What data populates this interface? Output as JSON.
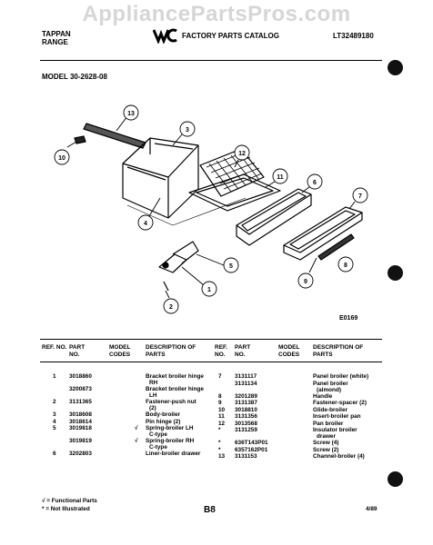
{
  "watermark": "AppliancePartsPros.com",
  "header": {
    "brand_line1": "TAPPAN",
    "brand_line2": "RANGE",
    "catalog_title": "FACTORY PARTS CATALOG",
    "doc_number": "LT32489180"
  },
  "model_label": "MODEL 30-2628-08",
  "diagram": {
    "callouts": [
      "13",
      "3",
      "10",
      "12",
      "11",
      "6",
      "7",
      "4",
      "5",
      "8",
      "9",
      "1",
      "2"
    ],
    "drawing_code": "E0169"
  },
  "table": {
    "headers": {
      "ref_no": "REF. NO.",
      "part_no": "PART NO.",
      "model_codes": "MODEL CODES",
      "description": "DESCRIPTION OF PARTS"
    },
    "left_rows": [
      {
        "ref": "1",
        "part": "3018860",
        "code": "",
        "desc": "Bracket broiler hinge",
        "desc2": "RH"
      },
      {
        "ref": "",
        "part": "3200873",
        "code": "",
        "desc": "Bracket broiler hinge",
        "desc2": "LH"
      },
      {
        "ref": "2",
        "part": "3131365",
        "code": "",
        "desc": "Fastener-push nut",
        "desc2": "(2)"
      },
      {
        "ref": "3",
        "part": "3018608",
        "code": "",
        "desc": "Body-broiler",
        "desc2": ""
      },
      {
        "ref": "4",
        "part": "3018614",
        "code": "",
        "desc": "Pin hinge (2)",
        "desc2": ""
      },
      {
        "ref": "5",
        "part": "3019818",
        "code": "√",
        "desc": "Spring-broiler LH",
        "desc2": "C-type"
      },
      {
        "ref": "",
        "part": "3019819",
        "code": "√",
        "desc": "Spring-broiler RH",
        "desc2": "C-type"
      },
      {
        "ref": "6",
        "part": "3202803",
        "code": "",
        "desc": "Liner-broiler drawer",
        "desc2": ""
      }
    ],
    "right_rows": [
      {
        "ref": "7",
        "part": "3131117",
        "code": "",
        "desc": "Panel broiler (white)",
        "desc2": ""
      },
      {
        "ref": "",
        "part": "3131134",
        "code": "",
        "desc": "Panel broiler",
        "desc2": "(almond)"
      },
      {
        "ref": "8",
        "part": "3201289",
        "code": "",
        "desc": "Handle",
        "desc2": ""
      },
      {
        "ref": "9",
        "part": "3131387",
        "code": "",
        "desc": "Fastener-spacer (2)",
        "desc2": ""
      },
      {
        "ref": "10",
        "part": "3018810",
        "code": "",
        "desc": "Glide-broiler",
        "desc2": ""
      },
      {
        "ref": "11",
        "part": "3131356",
        "code": "",
        "desc": "Insert-broiler pan",
        "desc2": ""
      },
      {
        "ref": "12",
        "part": "3013568",
        "code": "",
        "desc": "Pan broiler",
        "desc2": ""
      },
      {
        "ref": "*",
        "part": "3131259",
        "code": "",
        "desc": "Insulator broiler",
        "desc2": "drawer"
      },
      {
        "ref": "*",
        "part": "636T143P01",
        "code": "",
        "desc": "Screw (4)",
        "desc2": ""
      },
      {
        "ref": "*",
        "part": "6357162P01",
        "code": "",
        "desc": "Screw (2)",
        "desc2": ""
      },
      {
        "ref": "13",
        "part": "3131153",
        "code": "",
        "desc": "Channel-broiler (4)",
        "desc2": ""
      }
    ]
  },
  "footer": {
    "legend1": "√ = Functional Parts",
    "legend2": "* = Not Illustrated",
    "page": "B8",
    "date": "4/89"
  }
}
